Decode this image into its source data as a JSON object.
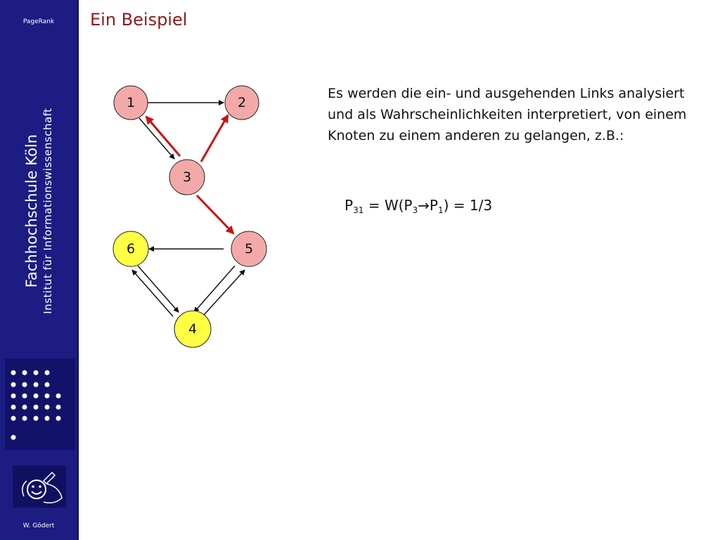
{
  "sidebar": {
    "topic": "PageRank",
    "institution": "Fachhochschule Köln",
    "department": "Institut für Informationswissenschaft",
    "author": "W. Gödert",
    "background_color": "#1c1c82"
  },
  "slide": {
    "title": "Ein Beispiel",
    "title_color": "#8b1a1a",
    "explanation": "Es werden die ein- und ausgehenden Links analysiert und als Wahrscheinlichkeiten interpretiert, von einem Knoten zu einem anderen zu gelangen, z.B.:",
    "formula": {
      "lhs": "P",
      "lhs_sub": "31",
      "eq1": " = W(P",
      "sub_a": "3",
      "arrow": "→",
      "p": "P",
      "sub_b": "1",
      "rest": ") = 1/3"
    }
  },
  "graph": {
    "nodes": [
      {
        "id": "1",
        "label": "1",
        "color": "#f4a9a9"
      },
      {
        "id": "2",
        "label": "2",
        "color": "#f4a9a9"
      },
      {
        "id": "3",
        "label": "3",
        "color": "#f4a9a9"
      },
      {
        "id": "4",
        "label": "4",
        "color": "#ffff44"
      },
      {
        "id": "5",
        "label": "5",
        "color": "#f4a9a9"
      },
      {
        "id": "6",
        "label": "6",
        "color": "#ffff44"
      }
    ],
    "edges": [
      {
        "from": "1",
        "to": "2",
        "highlight": false
      },
      {
        "from": "1",
        "to": "3",
        "highlight": false
      },
      {
        "from": "3",
        "to": "1",
        "highlight": true
      },
      {
        "from": "3",
        "to": "2",
        "highlight": true
      },
      {
        "from": "3",
        "to": "5",
        "highlight": true
      },
      {
        "from": "5",
        "to": "6",
        "highlight": false
      },
      {
        "from": "6",
        "to": "4",
        "highlight": false
      },
      {
        "from": "4",
        "to": "6",
        "highlight": false
      },
      {
        "from": "5",
        "to": "4",
        "highlight": false
      },
      {
        "from": "4",
        "to": "5",
        "highlight": false
      }
    ],
    "highlight_color": "#cc1111",
    "edge_color": "#111111"
  }
}
